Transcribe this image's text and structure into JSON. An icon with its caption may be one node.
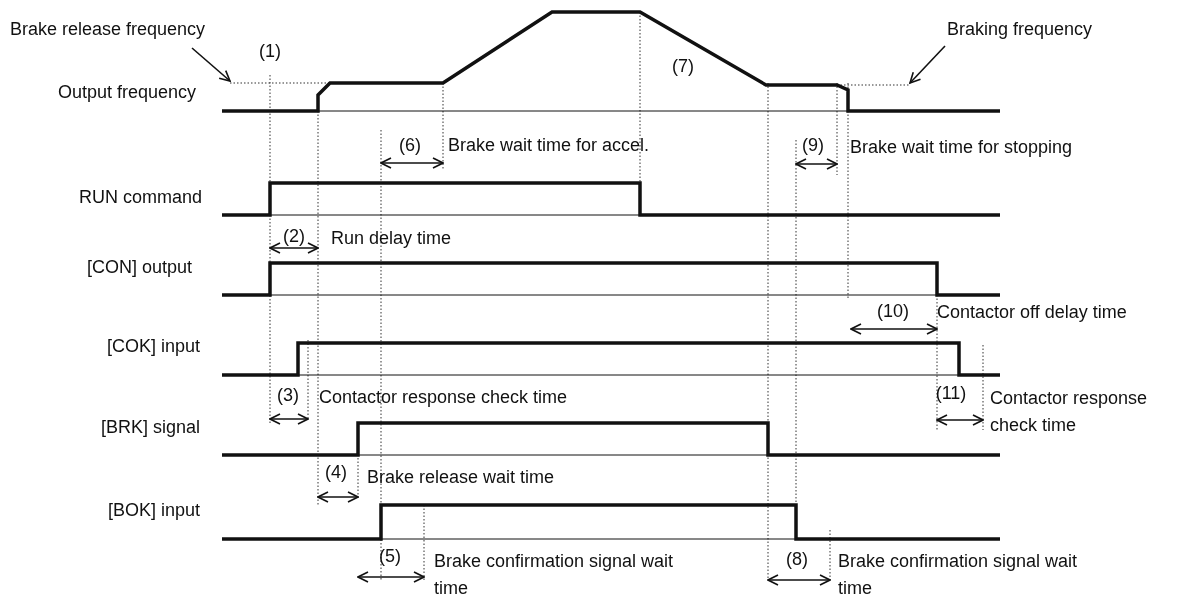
{
  "diagram": {
    "nodes": [
      {
        "text": [
          "Brake release frequency"
        ]
      },
      {
        "text": [
          "Braking frequency"
        ]
      },
      {
        "text": [],
        "shape": "line"
      },
      {
        "text": [],
        "shape": "line"
      }
    ],
    "edges": [
      {
        "from": 0,
        "to": 2,
        "arrow": "to"
      },
      {
        "from": 1,
        "to": 3,
        "arrow": "to"
      }
    ],
    "labels": [
      "(1)",
      "Output frequency",
      "(7)",
      "(6)",
      "Brake wait time for accel.",
      "(9)",
      "Brake wait time for stopping",
      "RUN command",
      "(2)",
      "Run delay time",
      "[CON] output",
      "(10)",
      "Contactor off delay time",
      "[COK] input",
      "(3)",
      "Contactor response check time",
      "(11)",
      "Contactor response check time",
      "[BRK] signal",
      "(4)",
      "Brake release wait time",
      "[BOK] input",
      "(5)",
      "Brake confirmation signal wait time",
      "(8)",
      "Brake confirmation signal wait time"
    ]
  }
}
